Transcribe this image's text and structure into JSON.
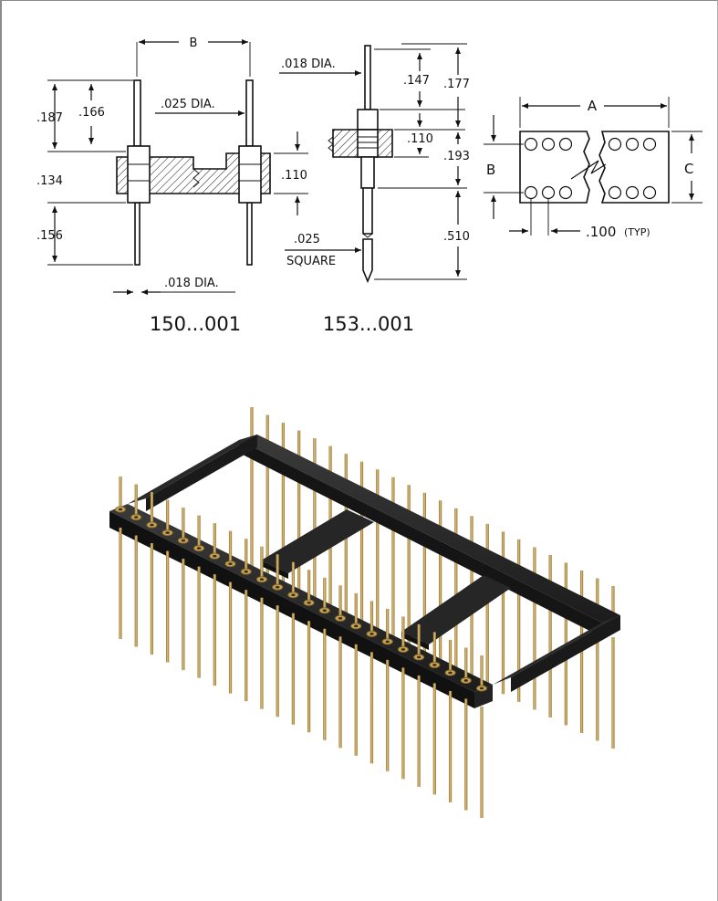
{
  "drawing_150": {
    "dim_b": "B",
    "dim_187": ".187",
    "dim_166": ".166",
    "dim_025_dia": ".025 DIA.",
    "dim_110": ".110",
    "dim_134": ".134",
    "dim_156": ".156",
    "dim_018_dia": ".018 DIA.",
    "caption": "150...001"
  },
  "drawing_153": {
    "dim_018_dia": ".018 DIA.",
    "dim_147": ".147",
    "dim_177": ".177",
    "dim_110": ".110",
    "dim_193": ".193",
    "dim_025": ".025",
    "dim_square": "SQUARE",
    "dim_510": ".510",
    "caption": "153...001"
  },
  "footprint": {
    "dim_a": "A",
    "dim_b": "B",
    "dim_c": "C",
    "pitch": ".100",
    "pitch_note": "(TYP)"
  },
  "render": {
    "pins_per_row": 24,
    "colors": {
      "housing": "#1c1c1c",
      "pin": "#c9a556",
      "pin_shadow": "#8a6d2e"
    }
  }
}
